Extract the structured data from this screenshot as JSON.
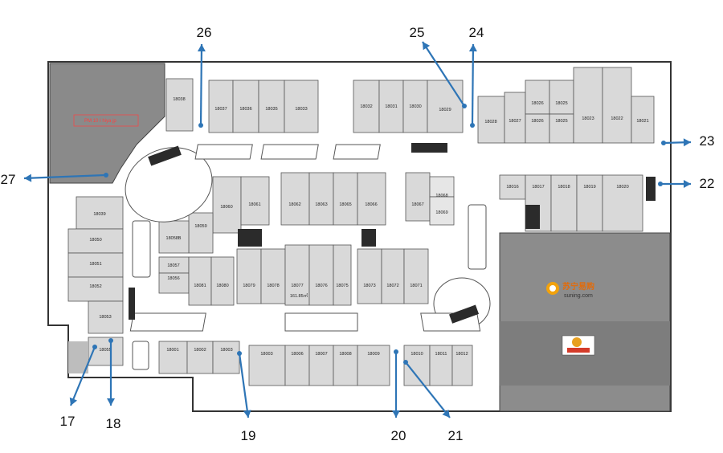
{
  "floor_plan": {
    "units": [
      {
        "id": "18038",
        "label": "18038"
      },
      {
        "id": "18037",
        "label": "18037"
      },
      {
        "id": "18036",
        "label": "18036"
      },
      {
        "id": "18035",
        "label": "18035"
      },
      {
        "id": "18033",
        "label": "18033"
      },
      {
        "id": "18032",
        "label": "18032"
      },
      {
        "id": "18031",
        "label": "18031"
      },
      {
        "id": "18030",
        "label": "18030"
      },
      {
        "id": "18029",
        "label": "18029"
      },
      {
        "id": "18028",
        "label": "18028"
      },
      {
        "id": "18027",
        "label": "18027"
      },
      {
        "id": "18026a",
        "label": "18026"
      },
      {
        "id": "18026b",
        "label": "18026"
      },
      {
        "id": "18025a",
        "label": "18025"
      },
      {
        "id": "18025b",
        "label": "18025"
      },
      {
        "id": "18023",
        "label": "18023"
      },
      {
        "id": "18022",
        "label": "18022"
      },
      {
        "id": "18021",
        "label": "18021"
      },
      {
        "id": "18039",
        "label": "18039"
      },
      {
        "id": "18050",
        "label": "18050"
      },
      {
        "id": "18051",
        "label": "18051"
      },
      {
        "id": "18052",
        "label": "18052"
      },
      {
        "id": "18053",
        "label": "18053"
      },
      {
        "id": "18055",
        "label": "18055"
      },
      {
        "id": "18060",
        "label": "18060"
      },
      {
        "id": "18061",
        "label": "18061"
      },
      {
        "id": "18059",
        "label": "18059"
      },
      {
        "id": "18058B",
        "label": "18058B"
      },
      {
        "id": "18057",
        "label": "18057"
      },
      {
        "id": "18056",
        "label": "18056"
      },
      {
        "id": "18081",
        "label": "18081"
      },
      {
        "id": "18080",
        "label": "18080"
      },
      {
        "id": "18079",
        "label": "18079"
      },
      {
        "id": "18078",
        "label": "18078"
      },
      {
        "id": "18077",
        "label": "18077"
      },
      {
        "id": "18076",
        "label": "18076"
      },
      {
        "id": "18075",
        "label": "18075"
      },
      {
        "id": "18073",
        "label": "18073"
      },
      {
        "id": "18072",
        "label": "18072"
      },
      {
        "id": "18071",
        "label": "18071"
      },
      {
        "id": "18062",
        "label": "18062"
      },
      {
        "id": "18063",
        "label": "18063"
      },
      {
        "id": "18065",
        "label": "18065"
      },
      {
        "id": "18066",
        "label": "18066"
      },
      {
        "id": "18067",
        "label": "18067"
      },
      {
        "id": "18068",
        "label": "18068"
      },
      {
        "id": "18069",
        "label": "18069"
      },
      {
        "id": "18016",
        "label": "18016"
      },
      {
        "id": "18017",
        "label": "18017"
      },
      {
        "id": "18018",
        "label": "18018"
      },
      {
        "id": "18019",
        "label": "18019"
      },
      {
        "id": "18020",
        "label": "18020"
      },
      {
        "id": "18001",
        "label": "18001"
      },
      {
        "id": "18002",
        "label": "18002"
      },
      {
        "id": "18003a",
        "label": "18003"
      },
      {
        "id": "18003b",
        "label": "18003"
      },
      {
        "id": "18006",
        "label": "18006"
      },
      {
        "id": "18007",
        "label": "18007"
      },
      {
        "id": "18008",
        "label": "18008"
      },
      {
        "id": "18009",
        "label": "18009"
      },
      {
        "id": "18010",
        "label": "18010"
      },
      {
        "id": "18011",
        "label": "18011"
      },
      {
        "id": "18012",
        "label": "18012"
      }
    ],
    "small_note": "161.85㎡",
    "anchor_store": {
      "brand": "苏宁易购",
      "brand_sub": "suning.com"
    },
    "red_label": "PM 10   I   hiya jp",
    "colors": {
      "shop": "#d9d9d9",
      "anchor": "#8c8c8c",
      "arrow": "#2e75b6",
      "brand": "#e26b0a"
    }
  },
  "callouts": [
    {
      "id": "17",
      "label": "17"
    },
    {
      "id": "18",
      "label": "18"
    },
    {
      "id": "19",
      "label": "19"
    },
    {
      "id": "20",
      "label": "20"
    },
    {
      "id": "21",
      "label": "21"
    },
    {
      "id": "22",
      "label": "22"
    },
    {
      "id": "23",
      "label": "23"
    },
    {
      "id": "24",
      "label": "24"
    },
    {
      "id": "25",
      "label": "25"
    },
    {
      "id": "26",
      "label": "26"
    },
    {
      "id": "27",
      "label": "27"
    }
  ]
}
